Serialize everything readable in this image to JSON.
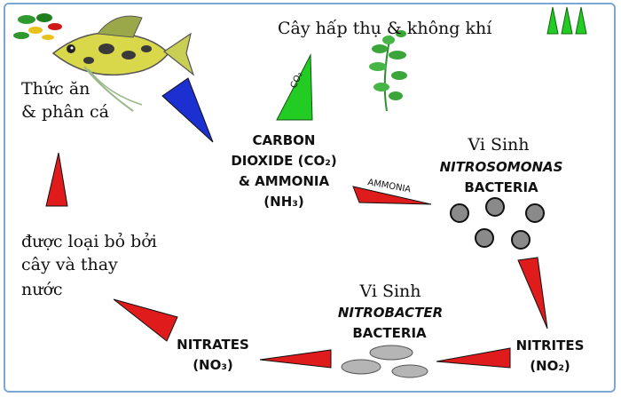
{
  "labels": {
    "plants_air": "Cây hấp thụ & không khí",
    "fish_food_1": "Thức ăn",
    "fish_food_2": "& phân cá",
    "removed_1": "được loại bỏ bởi",
    "removed_2": "cây và thay",
    "removed_3": "nước"
  },
  "center": {
    "line1": "CARBON",
    "line2": "DIOXIDE (CO₂)",
    "line3": "& AMMONIA",
    "line4": "(NH₃)"
  },
  "nitrosomonas": {
    "title": "Vi Sinh",
    "genus": "NITROSOMONAS",
    "word": "BACTERIA"
  },
  "nitrobacter": {
    "title": "Vi Sinh",
    "genus": "NITROBACTER",
    "word": "BACTERIA"
  },
  "nitrites": {
    "line1": "NITRITES",
    "line2": "(NO₂)"
  },
  "nitrates": {
    "line1": "NITRATES",
    "line2": "(NO₃)"
  },
  "arrow_labels": {
    "co2": "CO₂",
    "ammonia": "AMMONIA"
  },
  "colors": {
    "arrow_red": "#e01b1b",
    "arrow_blue": "#1c2fd1",
    "arrow_green": "#22cc22",
    "plant_green": "#3aa63a",
    "fish_yellow": "#d8d84a",
    "bacteria_gray": "#8a8a8a"
  }
}
